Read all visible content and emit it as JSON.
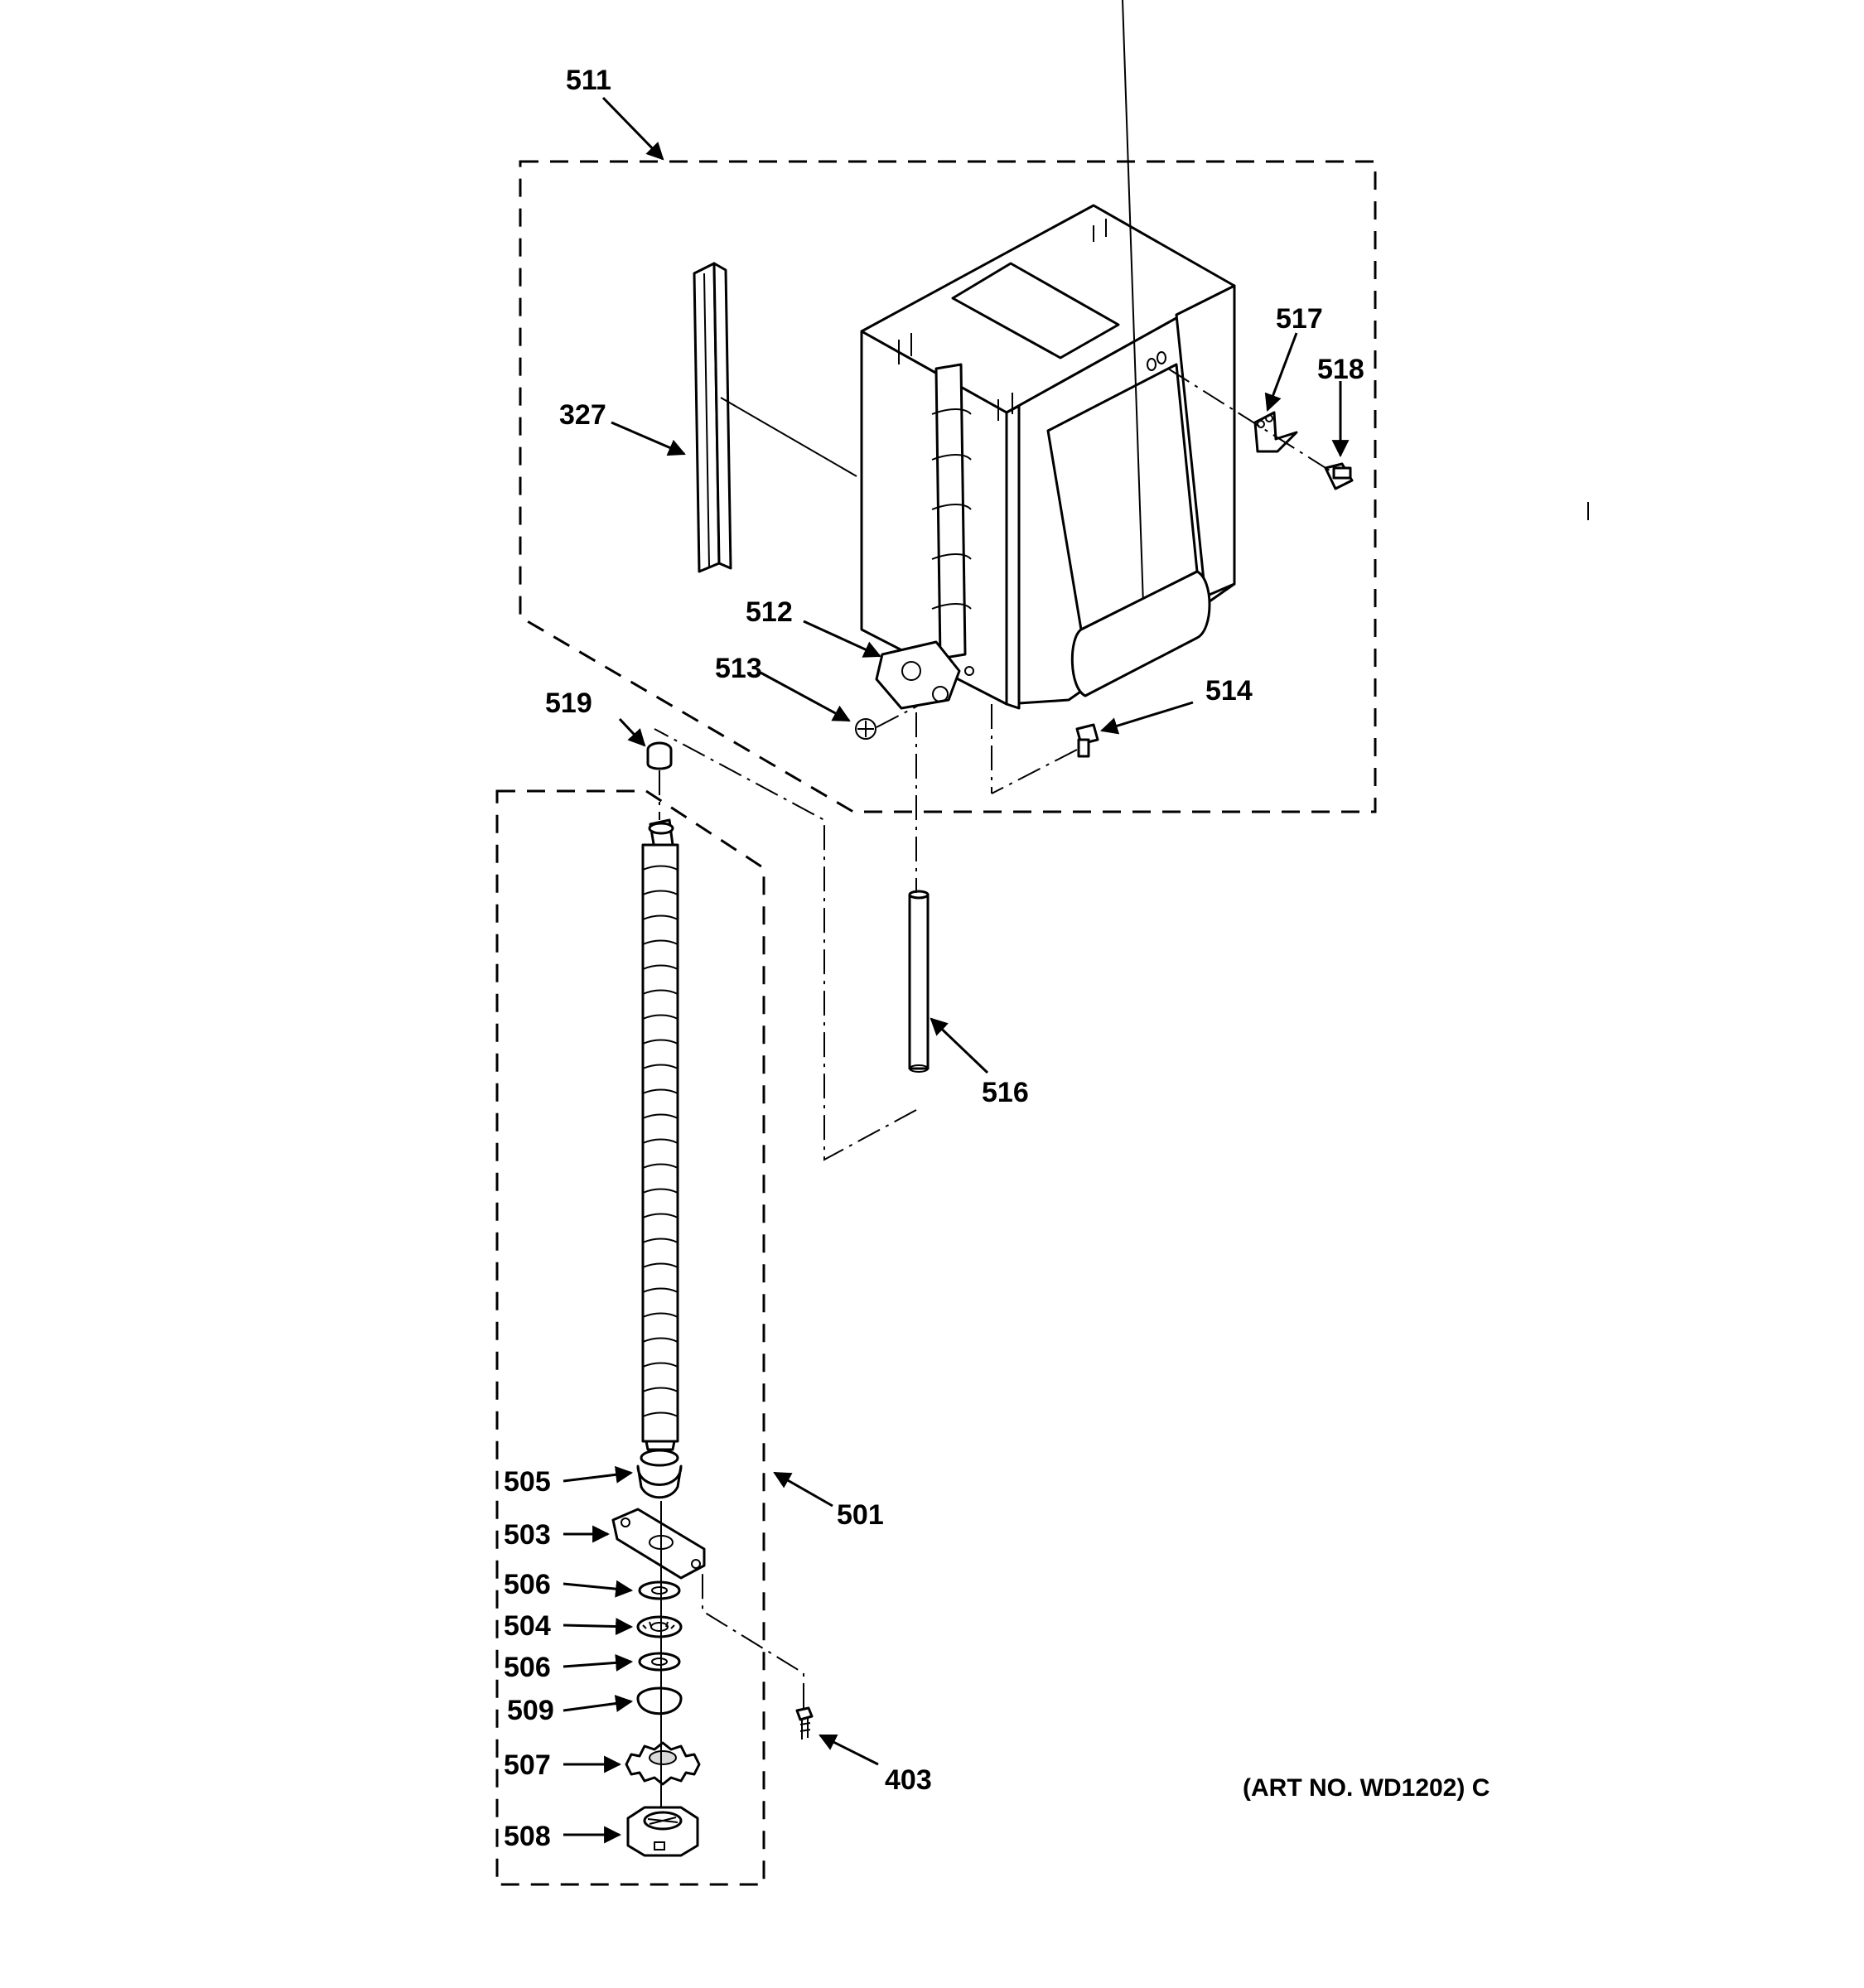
{
  "callouts": {
    "c511": "511",
    "c327": "327",
    "c517": "517",
    "c518": "518",
    "c512": "512",
    "c513": "513",
    "c519": "519",
    "c514": "514",
    "c516": "516",
    "c505": "505",
    "c501": "501",
    "c503": "503",
    "c506a": "506",
    "c504": "504",
    "c506b": "506",
    "c509": "509",
    "c507": "507",
    "c403": "403",
    "c508": "508"
  },
  "art_number": "(ART NO. WD1202) C"
}
